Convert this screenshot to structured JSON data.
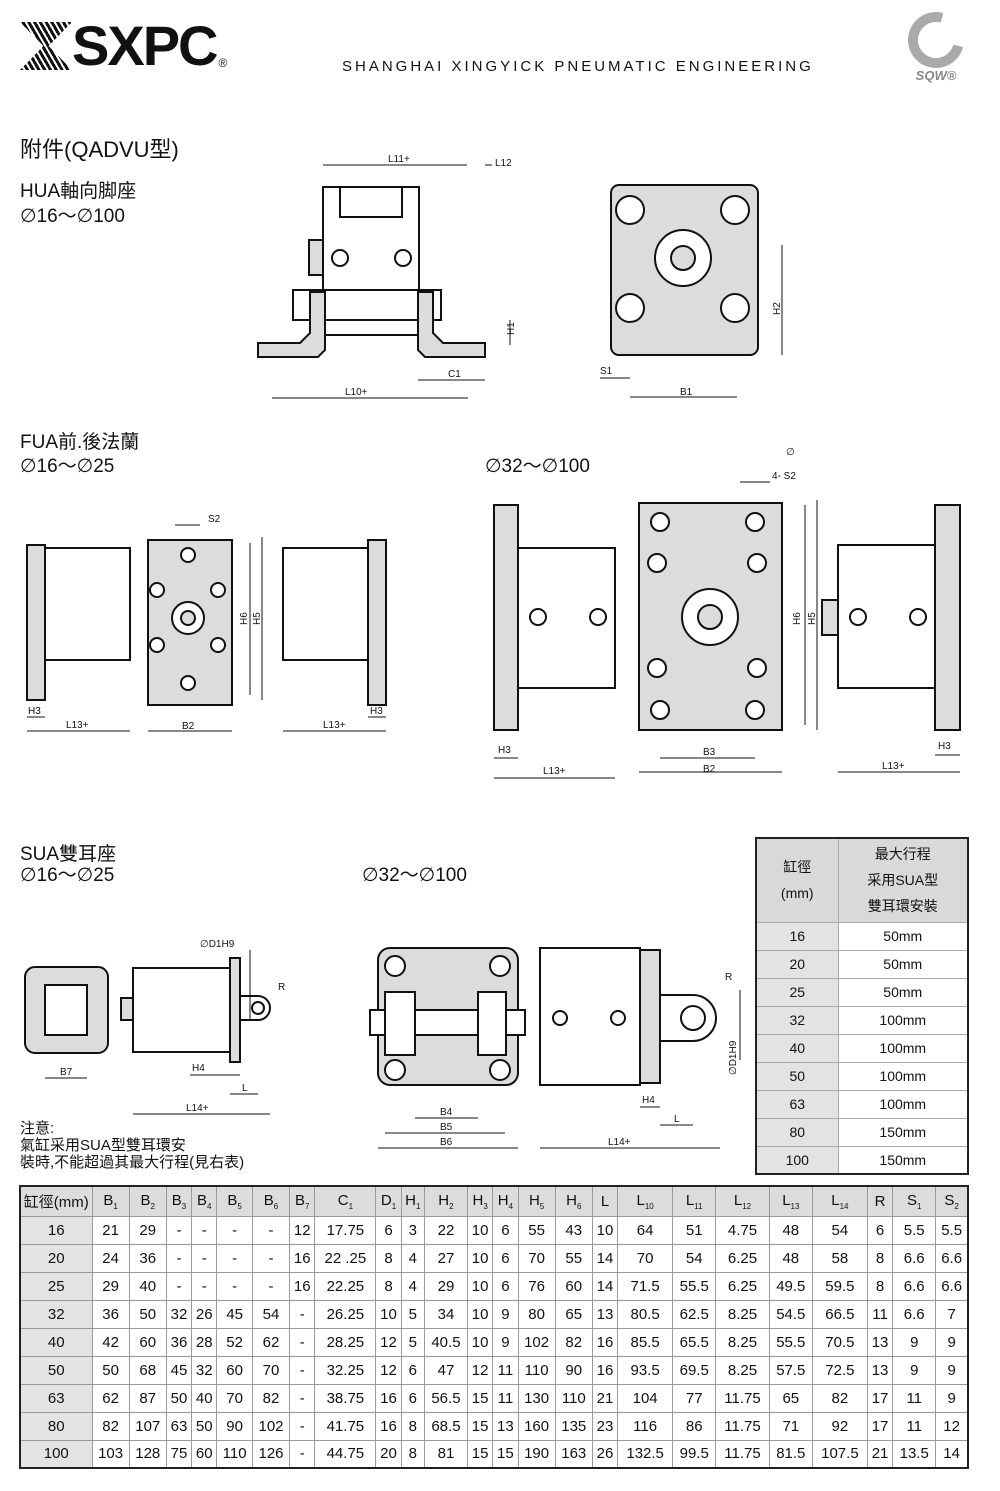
{
  "header": {
    "logo": "SXPC",
    "registered": "®",
    "company": "SHANGHAI XINGYICK PNEUMATIC ENGINEERING",
    "right_logo": "SQW®"
  },
  "title": "附件(QADVU型)",
  "hua": {
    "name": "HUA軸向脚座",
    "range": "∅16～∅100",
    "labels": {
      "l11": "L11+",
      "l12": "L12",
      "h1": "H1",
      "c1": "C1",
      "l10": "L10+",
      "h2": "H2",
      "s1": "S1",
      "b1": "B1"
    }
  },
  "fua": {
    "name": "FUA前.後法蘭",
    "range_small": "∅16～∅25",
    "range_large": "∅32～∅100",
    "labels": {
      "s2": "S2",
      "h6": "H6",
      "h5": "H5",
      "h3": "H3",
      "l13": "L13+",
      "b2": "B2",
      "b3": "B3",
      "phi": "∅",
      "four_s2": "4-  S2"
    }
  },
  "sua": {
    "name": "SUA雙耳座",
    "range_small": "∅16～∅25",
    "range_large": "∅32～∅100",
    "labels": {
      "d1h9": "∅D1H9",
      "r": "R",
      "b7": "B7",
      "h4": "H4",
      "l": "L",
      "l14": "L14+",
      "b4": "B4",
      "b5": "B5",
      "b6": "B6"
    }
  },
  "note": {
    "title": "注意:",
    "line1": "氣缸采用SUA型雙耳環安",
    "line2": "裝時,不能超過其最大行程(見右表)"
  },
  "stroke_table": {
    "col1": "缸徑",
    "col1_unit": "(mm)",
    "col2": [
      "最大行程",
      "采用SUA型",
      "雙耳環安裝"
    ],
    "rows": [
      [
        "16",
        "50mm"
      ],
      [
        "20",
        "50mm"
      ],
      [
        "25",
        "50mm"
      ],
      [
        "32",
        "100mm"
      ],
      [
        "40",
        "100mm"
      ],
      [
        "50",
        "100mm"
      ],
      [
        "63",
        "100mm"
      ],
      [
        "80",
        "150mm"
      ],
      [
        "100",
        "150mm"
      ]
    ]
  },
  "dim_table": {
    "headers": [
      {
        "b": "缸徑(mm)",
        "s": ""
      },
      {
        "b": "B",
        "s": "1"
      },
      {
        "b": "B",
        "s": "2"
      },
      {
        "b": "B",
        "s": "3"
      },
      {
        "b": "B",
        "s": "4"
      },
      {
        "b": "B",
        "s": "5"
      },
      {
        "b": "B",
        "s": "6"
      },
      {
        "b": "B",
        "s": "7"
      },
      {
        "b": "C",
        "s": "1"
      },
      {
        "b": "D",
        "s": "1"
      },
      {
        "b": "H",
        "s": "1"
      },
      {
        "b": "H",
        "s": "2"
      },
      {
        "b": "H",
        "s": "3"
      },
      {
        "b": "H",
        "s": "4"
      },
      {
        "b": "H",
        "s": "5"
      },
      {
        "b": "H",
        "s": "6"
      },
      {
        "b": "L",
        "s": ""
      },
      {
        "b": "L",
        "s": "10"
      },
      {
        "b": "L",
        "s": "11"
      },
      {
        "b": "L",
        "s": "12"
      },
      {
        "b": "L",
        "s": "13"
      },
      {
        "b": "L",
        "s": "14"
      },
      {
        "b": "R",
        "s": ""
      },
      {
        "b": "S",
        "s": "1"
      },
      {
        "b": "S",
        "s": "2"
      }
    ],
    "rows": [
      [
        "16",
        "21",
        "29",
        "-",
        "-",
        "-",
        "-",
        "12",
        "17.75",
        "6",
        "3",
        "22",
        "10",
        "6",
        "55",
        "43",
        "10",
        "64",
        "51",
        "4.75",
        "48",
        "54",
        "6",
        "5.5",
        "5.5"
      ],
      [
        "20",
        "24",
        "36",
        "-",
        "-",
        "-",
        "-",
        "16",
        "22 .25",
        "8",
        "4",
        "27",
        "10",
        "6",
        "70",
        "55",
        "14",
        "70",
        "54",
        "6.25",
        "48",
        "58",
        "8",
        "6.6",
        "6.6"
      ],
      [
        "25",
        "29",
        "40",
        "-",
        "-",
        "-",
        "-",
        "16",
        "22.25",
        "8",
        "4",
        "29",
        "10",
        "6",
        "76",
        "60",
        "14",
        "71.5",
        "55.5",
        "6.25",
        "49.5",
        "59.5",
        "8",
        "6.6",
        "6.6"
      ],
      [
        "32",
        "36",
        "50",
        "32",
        "26",
        "45",
        "54",
        "-",
        "26.25",
        "10",
        "5",
        "34",
        "10",
        "9",
        "80",
        "65",
        "13",
        "80.5",
        "62.5",
        "8.25",
        "54.5",
        "66.5",
        "11",
        "6.6",
        "7"
      ],
      [
        "40",
        "42",
        "60",
        "36",
        "28",
        "52",
        "62",
        "-",
        "28.25",
        "12",
        "5",
        "40.5",
        "10",
        "9",
        "102",
        "82",
        "16",
        "85.5",
        "65.5",
        "8.25",
        "55.5",
        "70.5",
        "13",
        "9",
        "9"
      ],
      [
        "50",
        "50",
        "68",
        "45",
        "32",
        "60",
        "70",
        "-",
        "32.25",
        "12",
        "6",
        "47",
        "12",
        "11",
        "110",
        "90",
        "16",
        "93.5",
        "69.5",
        "8.25",
        "57.5",
        "72.5",
        "13",
        "9",
        "9"
      ],
      [
        "63",
        "62",
        "87",
        "50",
        "40",
        "70",
        "82",
        "-",
        "38.75",
        "16",
        "6",
        "56.5",
        "15",
        "11",
        "130",
        "110",
        "21",
        "104",
        "77",
        "11.75",
        "65",
        "82",
        "17",
        "11",
        "9"
      ],
      [
        "80",
        "82",
        "107",
        "63",
        "50",
        "90",
        "102",
        "-",
        "41.75",
        "16",
        "8",
        "68.5",
        "15",
        "13",
        "160",
        "135",
        "23",
        "116",
        "86",
        "11.75",
        "71",
        "92",
        "17",
        "11",
        "12"
      ],
      [
        "100",
        "103",
        "128",
        "75",
        "60",
        "110",
        "126",
        "-",
        "44.75",
        "20",
        "8",
        "81",
        "15",
        "15",
        "190",
        "163",
        "26",
        "132.5",
        "99.5",
        "11.75",
        "81.5",
        "107.5",
        "21",
        "13.5",
        "14"
      ]
    ]
  }
}
